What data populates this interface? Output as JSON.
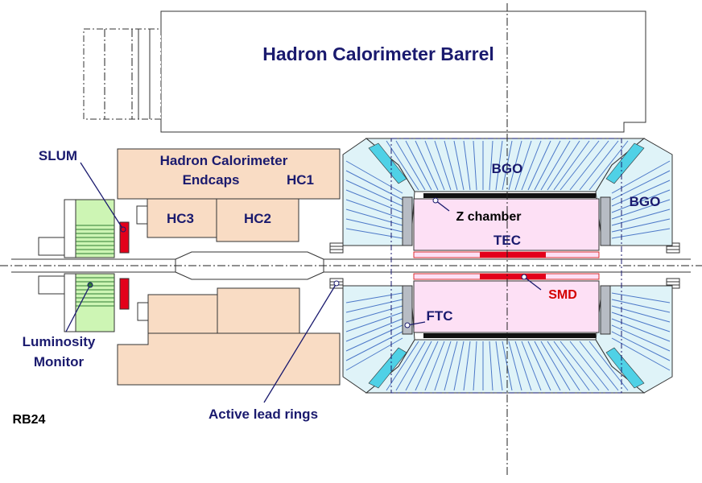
{
  "labels": {
    "hcal_barrel": "Hadron Calorimeter Barrel",
    "hcal_endcaps_line1": "Hadron Calorimeter",
    "hcal_endcaps_line2": "Endcaps",
    "hc1": "HC1",
    "hc2": "HC2",
    "hc3": "HC3",
    "slum": "SLUM",
    "bgo_top": "BGO",
    "bgo_right": "BGO",
    "z_chamber": "Z chamber",
    "tec": "TEC",
    "smd": "SMD",
    "ftc": "FTC",
    "luminosity_line1": "Luminosity",
    "luminosity_line2": "Monitor",
    "active_lead_rings": "Active lead rings",
    "rb24": "RB24"
  },
  "colors": {
    "label_text": "#1a1a6e",
    "calorimeter_fill": "#f9dcc4",
    "bgo_fill": "#dff3f8",
    "bgo_crystal_lines": "#4d79c8",
    "chamber_fill": "#fde0f5",
    "luminosity_fill": "#cdf5b4",
    "slum_fill": "#e3001b",
    "smd_label": "#d40000"
  }
}
